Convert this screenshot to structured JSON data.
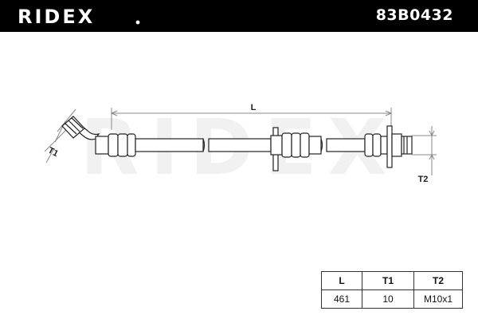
{
  "header": {
    "logo": "RIDEX",
    "part_number": "83B0432"
  },
  "diagram": {
    "watermark": "RIDEX",
    "labels": {
      "length": "L",
      "thread_left": "T1",
      "thread_right": "T2"
    }
  },
  "spec_table": {
    "headers": [
      "L",
      "T1",
      "T2"
    ],
    "values": [
      "461",
      "10",
      "M10x1"
    ]
  },
  "colors": {
    "header_bg": "#000000",
    "header_text": "#ffffff",
    "line": "#222222",
    "dimension": "#888888",
    "watermark": "#f0f0f0"
  }
}
